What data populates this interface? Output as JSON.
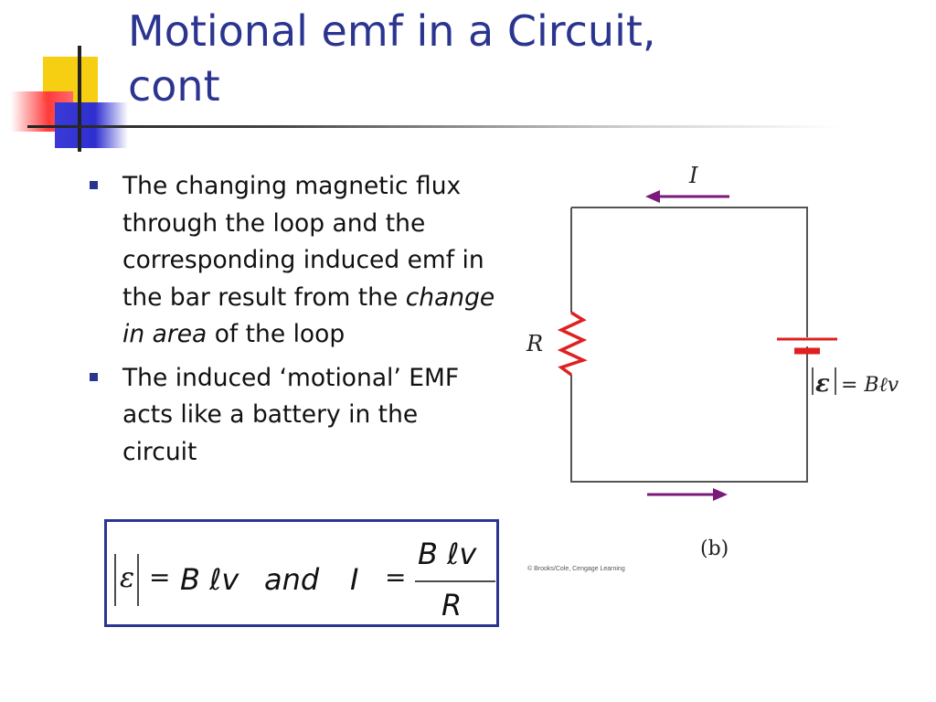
{
  "slide": {
    "title_line1": "Motional emf in a Circuit,",
    "title_line2": "cont",
    "bullets": [
      {
        "p1": "The changing magnetic flux through the loop and the corresponding induced emf in the bar result from the ",
        "em": "change in area",
        "p2": " of the loop"
      },
      {
        "text": "The induced ‘motional’ EMF acts like a battery in the circuit"
      }
    ],
    "formula": {
      "eps": "ε",
      "eq1": "=",
      "rhs1": "B ℓv",
      "and": "and",
      "I": "I",
      "eq2": "=",
      "num": "B ℓv",
      "den": "R"
    }
  },
  "figure": {
    "current_label": "I",
    "resistor_label": "R",
    "emf_symbol": "ε",
    "emf_rhs": "= Bℓv",
    "label": "(b)",
    "credit": "© Brooks/Cole, Cengage Learning",
    "colors": {
      "wire": "#555555",
      "resistor": "#e02020",
      "battery": "#e02020",
      "arrow": "#7a1a7a"
    }
  }
}
